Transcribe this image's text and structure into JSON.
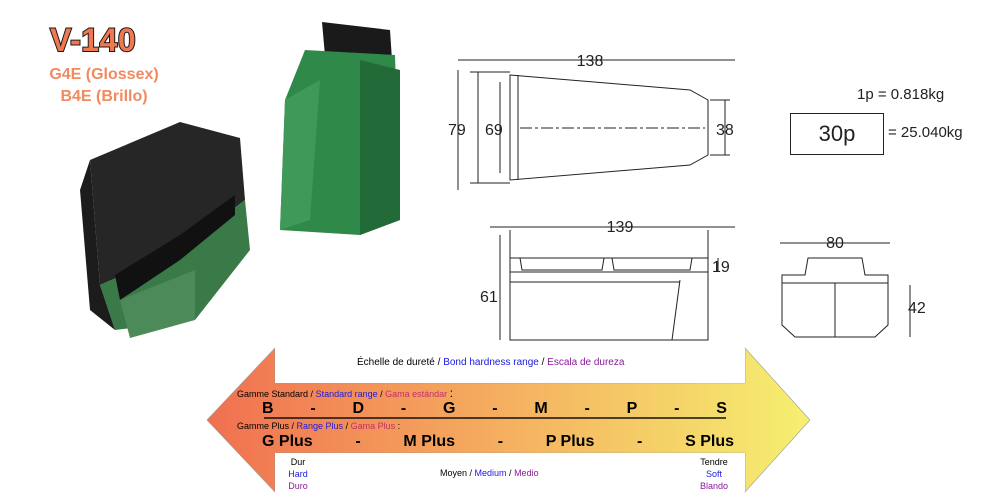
{
  "product": {
    "model": "V-140",
    "variant_1": "G4E (Glossex)",
    "variant_2": "B4E (Brillo)"
  },
  "drawings": {
    "top_view": {
      "length": "138",
      "width_outer": "79",
      "width_inner": "69",
      "width_end": "38"
    },
    "side_view": {
      "length": "139",
      "height": "61",
      "step": "19"
    },
    "end_view": {
      "width": "80",
      "height": "42"
    }
  },
  "weight": {
    "unit_eq": "1p = 0.818kg",
    "count": "30p",
    "total": "= 25.040kg"
  },
  "scale": {
    "title_fr": "Échelle de dureté",
    "title_en": "Bond hardness range",
    "title_es": "Escala de dureza",
    "sep": "/",
    "standard_fr": "Gamme Standard",
    "standard_en": "Standard range",
    "standard_es": "Gama estándar",
    "colon": ":",
    "standard_grades": [
      "B",
      "-",
      "D",
      "-",
      "G",
      "-",
      "M",
      "-",
      "P",
      "-",
      "S"
    ],
    "plus_fr": "Gamme Plus",
    "plus_en": "Range Plus",
    "plus_es": "Gama Plus",
    "plus_grades": [
      "G Plus",
      "-",
      "M Plus",
      "-",
      "P Plus",
      "-",
      "S Plus"
    ],
    "hard": [
      "Dur",
      "Hard",
      "Duro"
    ],
    "medium": [
      "Moyen",
      "Medium",
      "Medio"
    ],
    "soft": [
      "Tendre",
      "Soft",
      "Blando"
    ]
  },
  "colors": {
    "title": "#f07850",
    "arrow_left": "#f07050",
    "arrow_right": "#f5f070",
    "block_green": "#2f8a4a",
    "block_black": "#1c1c1c"
  }
}
